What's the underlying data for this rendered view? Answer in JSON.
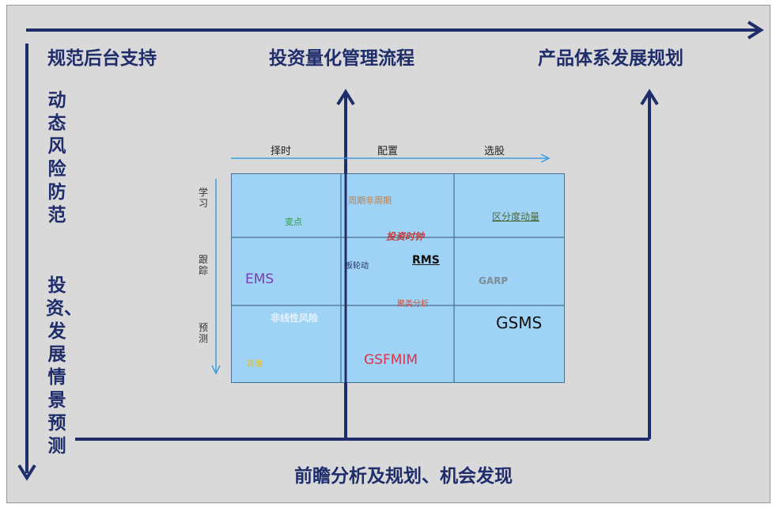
{
  "titles": {
    "top_left": "规范后台支持",
    "top_center": "投资量化管理流程",
    "top_right": "产品体系发展规划",
    "left_upper": "动态风险防范",
    "left_lower": "投资、发展情景预测",
    "bottom": "前瞻分析及规划、机会发现"
  },
  "matrix": {
    "columns": [
      "择时",
      "配置",
      "选股"
    ],
    "rows": [
      "学习",
      "跟踪",
      "预测"
    ],
    "labels": {
      "change_point": "变点",
      "cycle": "周期非周期",
      "momentum": "区分度动量",
      "invest_clock": "投资时钟",
      "rms": "RMS",
      "small": "板轮动",
      "ems": "EMS",
      "garp": "GARP",
      "nonlinear": "非线性风险",
      "cluster": "聚类分析",
      "gsms": "GSMS",
      "gsfmim": "GSFMIM",
      "other": "其他"
    }
  },
  "colors": {
    "navy": "#1f2d6b",
    "grid_fill": "#9fd3f5",
    "axis_blue": "#3aa0e0"
  }
}
